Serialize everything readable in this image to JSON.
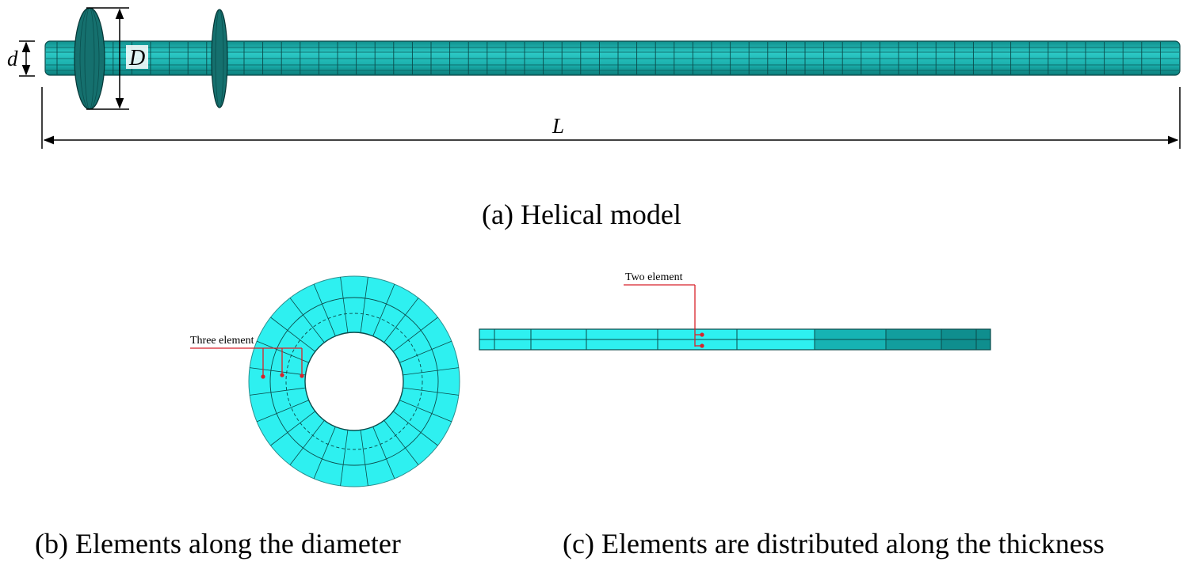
{
  "panel_a": {
    "caption": "(a) Helical model",
    "dim_shaft_diameter": "d",
    "dim_helix_diameter": "D",
    "dim_length": "L"
  },
  "panel_b": {
    "caption": "(b) Elements along the diameter",
    "annotation": "Three element"
  },
  "panel_c": {
    "caption": "(c) Elements are distributed along the thickness",
    "annotation": "Two element"
  },
  "colors": {
    "mesh_fill": "#1fb8b6",
    "mesh_line": "#0b4a4a",
    "plate_face": "#2ef0f0",
    "plate_shade": "#16b3b3",
    "annotation_line": "#d8222a",
    "dimension_line": "#000000"
  }
}
